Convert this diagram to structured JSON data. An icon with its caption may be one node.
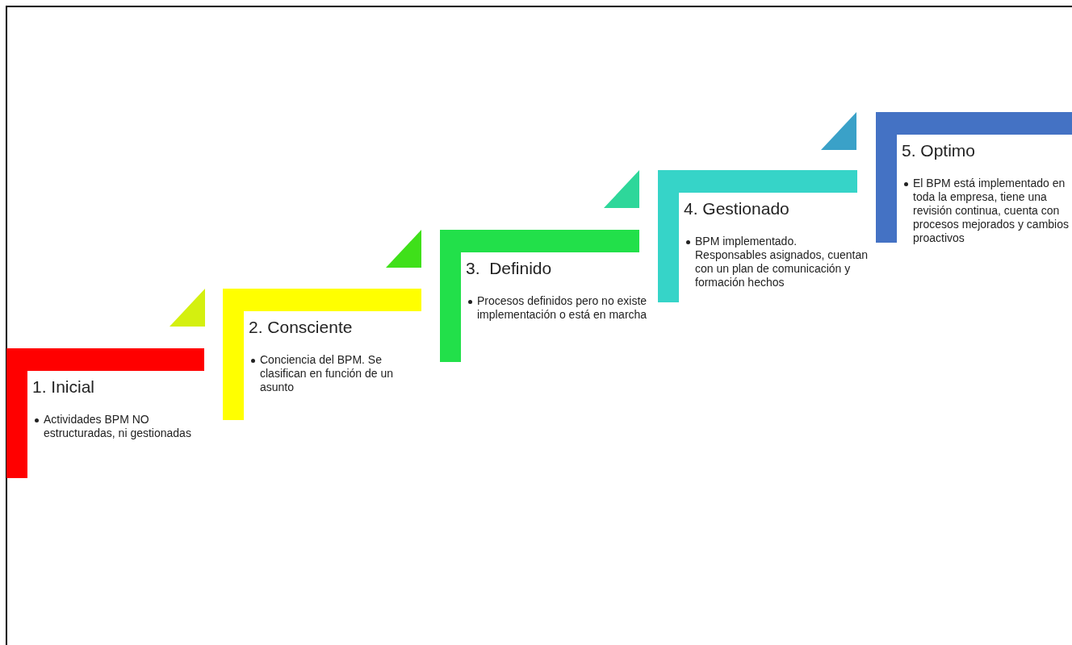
{
  "diagram": {
    "nodes": [
      {
        "text": [
          "1. Inicial",
          "Actividades BPM NO estructuradas, ni gestionadas"
        ]
      },
      {
        "text": [
          "2. Consciente",
          "Conciencia del BPM. Se clasifican en función de un asunto"
        ]
      },
      {
        "text": [
          "3.  Definido",
          "Procesos definidos pero no existe implementación o está en marcha"
        ]
      },
      {
        "text": [
          "4. Gestionado",
          "BPM implementado. Responsables asignados, cuentan con un plan de comunicación y formación hechos"
        ]
      },
      {
        "text": [
          "5. Optimo",
          "El BPM está implementado en toda la empresa, tiene una revisión continua, cuenta con procesos mejorados y cambios proactivos"
        ]
      }
    ]
  }
}
